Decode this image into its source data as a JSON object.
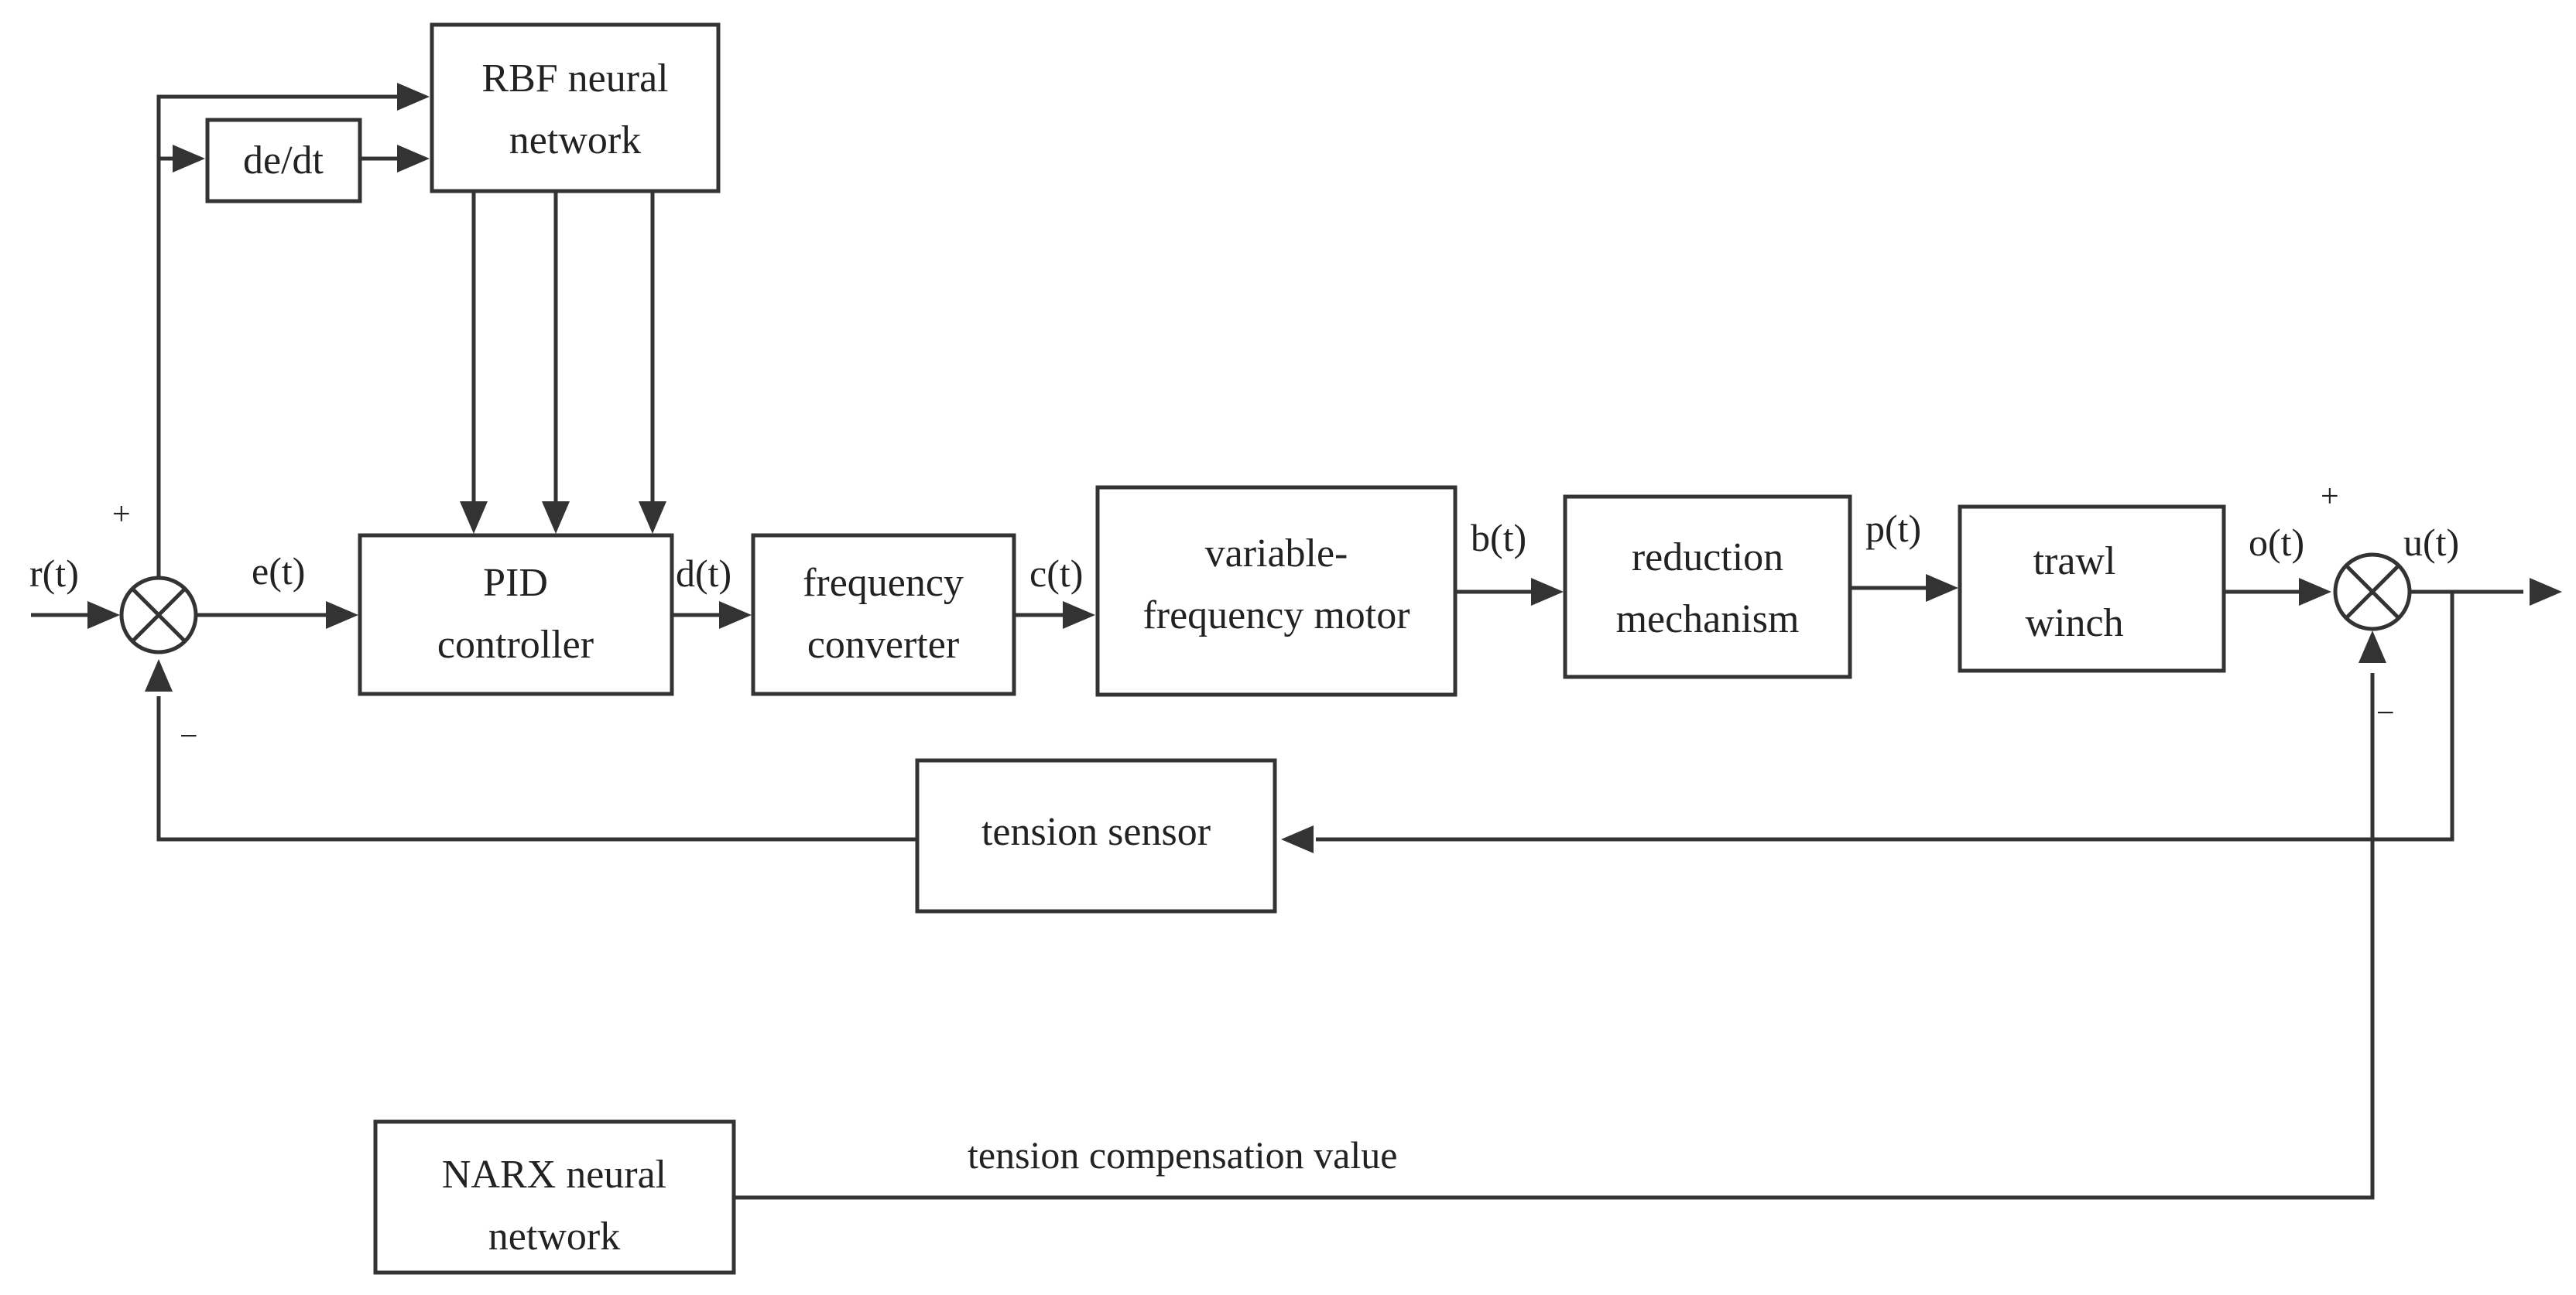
{
  "blocks": {
    "rbf": {
      "line1": "RBF neural",
      "line2": "network"
    },
    "dedt": {
      "label": "de/dt"
    },
    "pid": {
      "line1": "PID",
      "line2": "controller"
    },
    "freq_conv": {
      "line1": "frequency",
      "line2": "converter"
    },
    "vf_motor": {
      "line1": "variable-",
      "line2": "frequency motor"
    },
    "reduction": {
      "line1": "reduction",
      "line2": "mechanism"
    },
    "winch": {
      "line1": "trawl",
      "line2": "winch"
    },
    "tension_sensor": {
      "label": "tension sensor"
    },
    "narx": {
      "line1": "NARX neural",
      "line2": "network"
    }
  },
  "signals": {
    "r": "r(t)",
    "e": "e(t)",
    "d": "d(t)",
    "c": "c(t)",
    "b": "b(t)",
    "p": "p(t)",
    "o": "o(t)",
    "u": "u(t)",
    "compensation": "tension compensation value"
  },
  "signs": {
    "sum1_plus": "+",
    "sum1_minus": "−",
    "sum2_plus": "+",
    "sum2_minus": "−"
  }
}
